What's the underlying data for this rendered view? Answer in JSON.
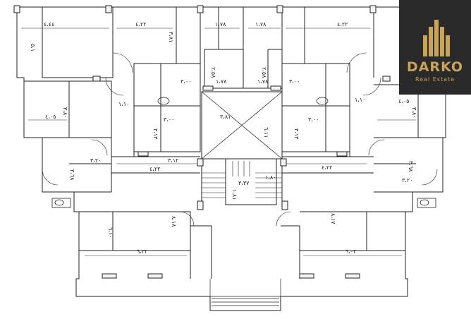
{
  "brand": {
    "name": "DARKO",
    "tagline": "Real Estate",
    "accent_color": "#c9a35a",
    "background_color": "#2a2a2a"
  },
  "dimensions": {
    "top_left_room": "٤،٤٤",
    "top_left_room2": "٤،٢٢",
    "top_left_side": "٥،١",
    "top_left_side2": "٣،٨١",
    "top_center_left": "١،٧٨",
    "top_center_right": "١،٧٨",
    "top_right_room": "٤،٢٢",
    "lift_left_v": "٢،٥٨",
    "lift_right_v": "٢،٥٨",
    "lift_left_h": "١،٧٨",
    "lift_right_h": "١،٧٨",
    "hall_left": "٣،٠٠",
    "hall_right": "٣،٠٠",
    "left_room_h": "٤،٠٥",
    "left_room_v": "٣،٨٠",
    "right_room_h": "٤،٠٥",
    "right_room_v": "٣،٨٠",
    "left_door": "١،١٠",
    "right_door": "١،١٠",
    "bath_left": "٣،٠٠",
    "bath_right": "٣،٠٠",
    "left_bath_v": "٣،١٣",
    "right_bath_v": "٣،١٣",
    "core_center": "٣،٨١",
    "core_side": "٦،١١",
    "left_kitchen": "٣،١٢",
    "left_corr": "٤،٢٢",
    "right_corr": "٤،٢٢",
    "left_bed_h": "٣،٢٠",
    "left_bed_v": "٣،٦٨",
    "right_bed_h": "٣،٢٠",
    "right_bed_v": "٣،٦٨",
    "stair_1": "٣،٣٧",
    "stair_2": "١،٨١",
    "stair_3": "١،٨٠",
    "left_hall_v": "٨،١٨",
    "right_hall_v": "٨،١٧",
    "left_rec_v": "٦،١٠",
    "left_rec_h": "٦،٣٢",
    "right_rec_h": "٦،٠٣"
  }
}
